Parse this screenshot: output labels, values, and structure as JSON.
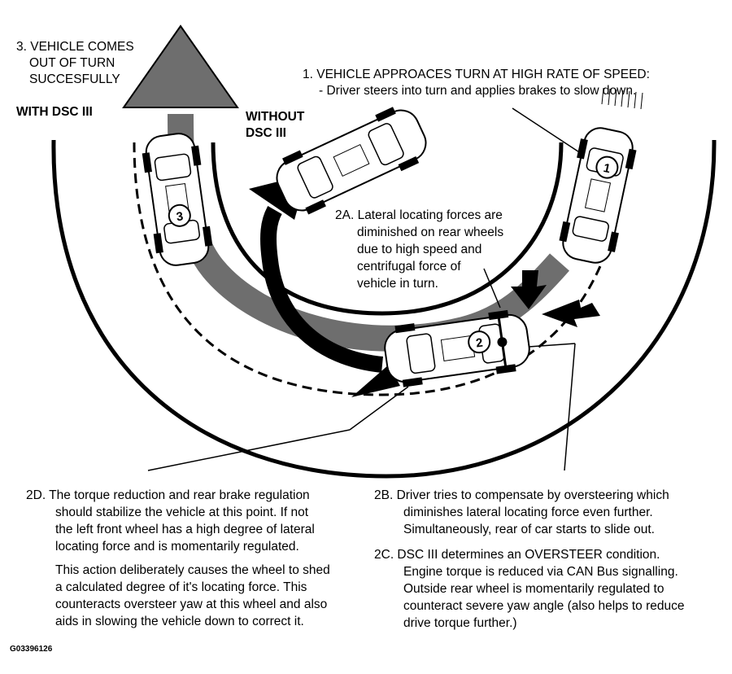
{
  "labels": {
    "step3": [
      "3. VEHICLE COMES",
      "OUT OF TURN",
      "SUCCESFULLY"
    ],
    "with_dsc": "WITH DSC III",
    "without_dsc": [
      "WITHOUT",
      "DSC III"
    ],
    "step1_title": "1. VEHICLE APPROACES TURN AT HIGH RATE OF SPEED:",
    "step1_detail": "- Driver steers into turn and applies brakes to slow down.",
    "step2a": [
      "2A. Lateral locating forces are",
      "diminished on rear wheels",
      "due to high speed and",
      "centrifugal force of",
      "vehicle in turn."
    ],
    "step2d_p1": [
      "2D. The torque reduction and rear brake regulation",
      "should stabilize the vehicle at this point. If not",
      "the left front wheel has a high degree of lateral",
      "locating force and is momentarily regulated."
    ],
    "step2d_p2": [
      "This action deliberately causes the wheel to shed",
      "a calculated degree of it's locating force. This",
      "counteracts oversteer yaw at this wheel and also",
      "aids in slowing the vehicle down to correct it."
    ],
    "step2b": [
      "2B. Driver tries to compensate by oversteering which",
      "diminishes lateral locating force even further.",
      "Simultaneously, rear of car starts to slide out."
    ],
    "step2c": [
      "2C. DSC III determines an OVERSTEER condition.",
      "Engine torque is reduced via CAN Bus signalling.",
      "Outside rear wheel is momentarily regulated to",
      "counteract severe yaw angle (also helps to reduce",
      "drive torque further.)"
    ],
    "figure_code": "G03396126"
  },
  "vehicles": [
    {
      "number": "1"
    },
    {
      "number": "2"
    },
    {
      "number": "3"
    },
    {
      "number": ""
    }
  ],
  "colors": {
    "ink": "#000000",
    "path_gray": "#6e6e6e",
    "paper": "#ffffff"
  }
}
